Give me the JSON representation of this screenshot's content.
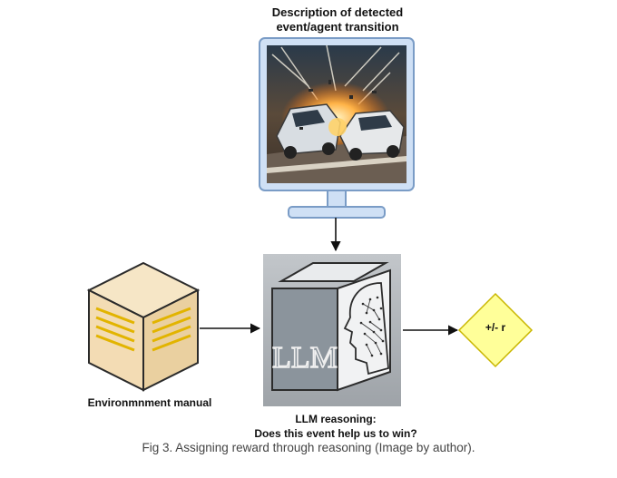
{
  "monitor": {
    "title_line1": "Description of detected",
    "title_line2": "event/agent transition",
    "image": "race-car-crash-illustration"
  },
  "environment": {
    "label": "Environmnment manual",
    "icon": "manual-box-icon"
  },
  "llm": {
    "cube_text": "LLM",
    "label_line1": "LLM reasoning:",
    "label_line2": "Does this event help us to win?"
  },
  "reward": {
    "label": "+/- r",
    "color": "#ffff99"
  },
  "caption": "Fig 3. Assigning reward through reasoning (Image by author).",
  "colors": {
    "monitor_fill": "#cfe0f5",
    "monitor_stroke": "#7a9cc6",
    "box_fill": "#f3dcb4",
    "diamond_stroke": "#c9b600"
  }
}
